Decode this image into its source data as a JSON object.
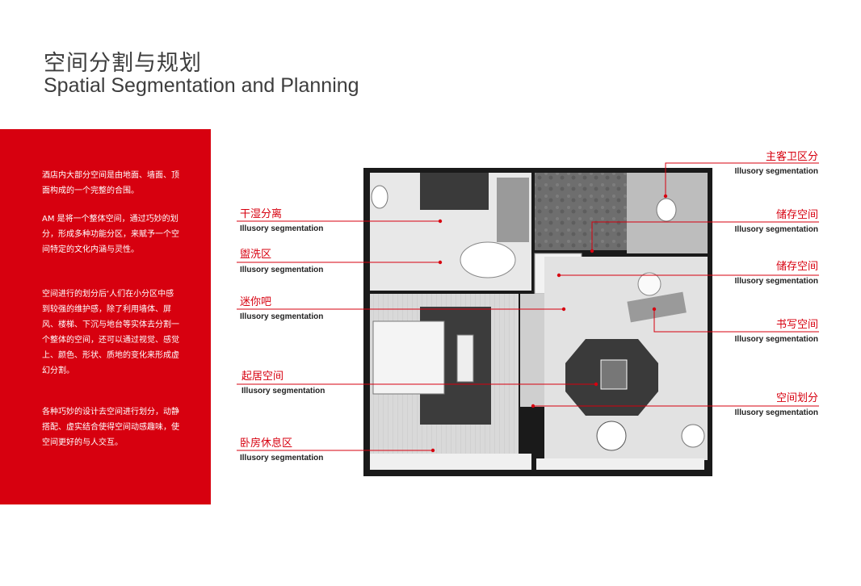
{
  "header": {
    "title_cn": "空间分割与规划",
    "title_en": "Spatial Segmentation and Planning"
  },
  "panel": {
    "p1": "酒店内大部分空间是由地面、墙面、顶面构成的一个完整的合围。",
    "p2": "AM 是将一个整体空间，通过巧妙的划分，形成多种功能分区，来赋予一个空间特定的文化内涵与灵性。",
    "p3": "空间进行的划分后‘人们在小分区中感到较强的维护感，除了利用墙体、屏风、楼梯、下沉与地台等实体去分割一个整体的空间，还可以通过视觉、感觉上、颜色、形状、质地的变化来形成虚幻分割。",
    "p4": "各种巧妙的设计去空间进行划分，动静搭配、虚实结合使得空间动感趣味，使空间更好的与人交互。"
  },
  "left_labels": [
    {
      "cn": "干湿分离",
      "en": "Illusory segmentation"
    },
    {
      "cn": "盥洗区",
      "en": "Illusory segmentation"
    },
    {
      "cn": "迷你吧",
      "en": "Illusory segmentation"
    },
    {
      "cn": "起居空间",
      "en": "Illusory segmentation"
    },
    {
      "cn": "卧房休息区",
      "en": "Illusory segmentation"
    }
  ],
  "right_labels": [
    {
      "cn": "主客卫区分",
      "en": "Illusory segmentation"
    },
    {
      "cn": "储存空间",
      "en": "Illusory segmentation"
    },
    {
      "cn": "储存空间",
      "en": "Illusory segmentation"
    },
    {
      "cn": "书写空间",
      "en": "Illusory segmentation"
    },
    {
      "cn": "空间划分",
      "en": "Illusory segmentation"
    }
  ],
  "colors": {
    "accent": "#d7000f",
    "text": "#3d3d3d"
  }
}
